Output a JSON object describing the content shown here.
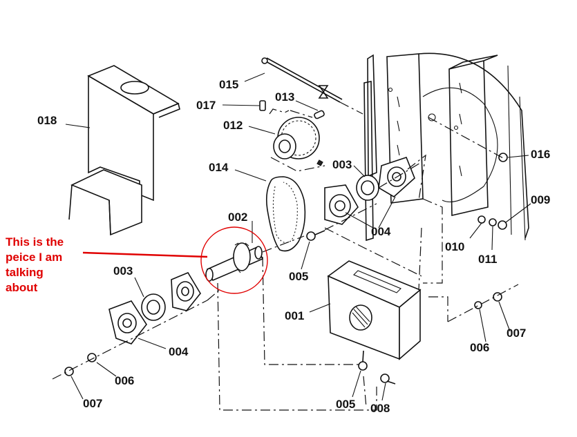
{
  "annotation": {
    "lines": [
      "This is the",
      "peice I am",
      "talking",
      "about"
    ],
    "color": "#e00000"
  },
  "labels": {
    "p001": "001",
    "p002": "002",
    "p003a": "003",
    "p003b": "003",
    "p004a": "004",
    "p004b": "004",
    "p005a": "005",
    "p005b": "005",
    "p006a": "006",
    "p006b": "006",
    "p007a": "007",
    "p007b": "007",
    "p008": "008",
    "p009": "009",
    "p010": "010",
    "p011": "011",
    "p012": "012",
    "p013": "013",
    "p014": "014",
    "p015": "015",
    "p016": "016",
    "p017": "017",
    "p018": "018"
  }
}
